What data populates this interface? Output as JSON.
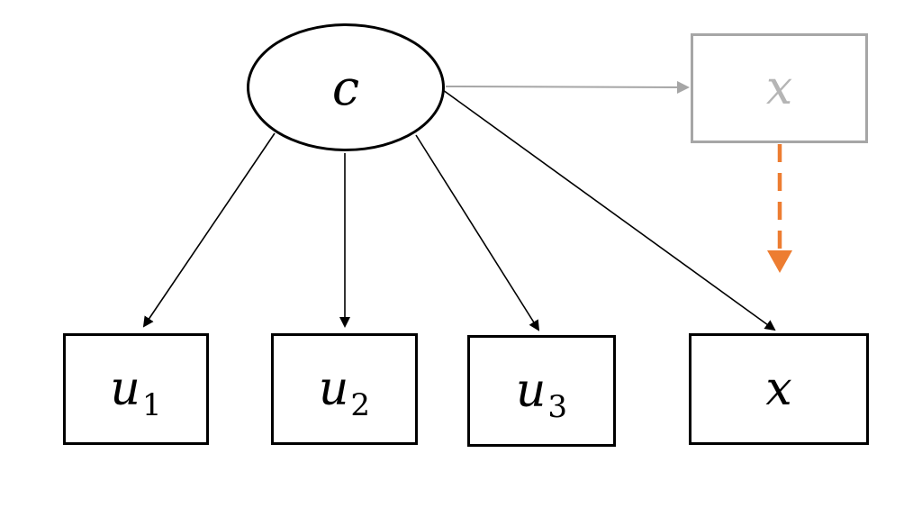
{
  "diagram": {
    "latent": {
      "label": "c"
    },
    "indicators": [
      {
        "base": "u",
        "sub": "1"
      },
      {
        "base": "u",
        "sub": "2"
      },
      {
        "base": "u",
        "sub": "3"
      }
    ],
    "covariate": {
      "label": "x"
    },
    "covariate_ghost": {
      "label": "x"
    }
  },
  "colors": {
    "edge": "#000000",
    "ghost": "#a6a6a6",
    "dashed_arrow": "#ed7d31"
  }
}
